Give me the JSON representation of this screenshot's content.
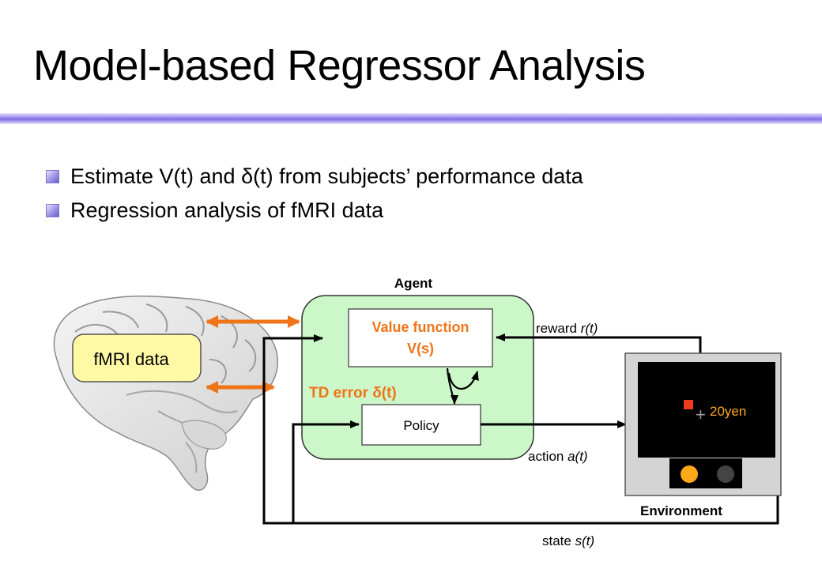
{
  "title": "Model-based Regressor Analysis",
  "bullets": [
    "Estimate V(t) and δ(t) from subjects’ performance data",
    "Regression analysis of fMRI data"
  ],
  "diagram": {
    "fmri_label": "fMRI data",
    "agent_label": "Agent",
    "value_function_line1": "Value function",
    "value_function_line2": "V(s)",
    "td_error": "TD error δ(t)",
    "policy": "Policy",
    "reward_prefix": "reward ",
    "reward_var": "r(t)",
    "action_prefix": "action ",
    "action_var": "a(t)",
    "state_prefix": "state ",
    "state_var": "s(t)",
    "environment_label": "Environment",
    "screen_plus": "+",
    "screen_reward": "20yen"
  },
  "colors": {
    "agent_fill": "#ccf7c8",
    "accent_orange": "#f07418",
    "fmri_fill": "#fff9a6",
    "title_rule": "#7d6fe0",
    "screen_red": "#f03a1e",
    "screen_orange": "#ffa81a"
  },
  "icons": [
    "brain-illustration",
    "bullet-square-icon"
  ]
}
